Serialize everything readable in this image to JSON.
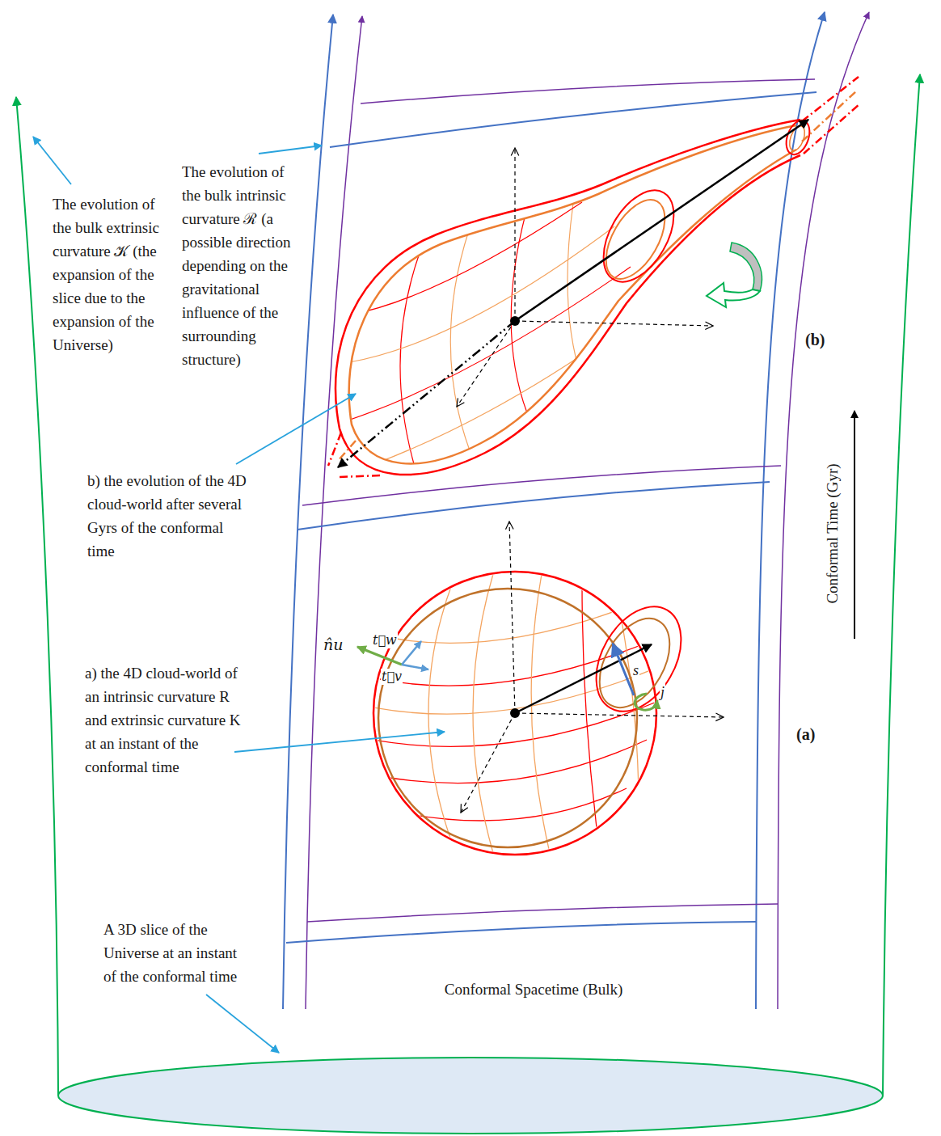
{
  "diagram": {
    "labels": [
      "The evolution of the bulk extrinsic curvature 𝒦 (the expansion of the slice due to the expansion of the Universe)",
      "The evolution of the bulk intrinsic curvature ℛ (a possible direction depending on the gravitational influence of the surrounding structure)",
      "(b)",
      "b) the evolution of the 4D cloud-world after several Gyrs of the conformal time",
      "Conformal Time (Gyr)",
      "n̂u",
      "t⃗w",
      "t⃗v",
      "s",
      "j",
      "a) the 4D cloud-world of an intrinsic curvature R and extrinsic curvature K at an instant of the conformal time",
      "(a)",
      "A 3D slice of the Universe at an instant of the conformal time",
      "Conformal Spacetime (Bulk)"
    ]
  }
}
